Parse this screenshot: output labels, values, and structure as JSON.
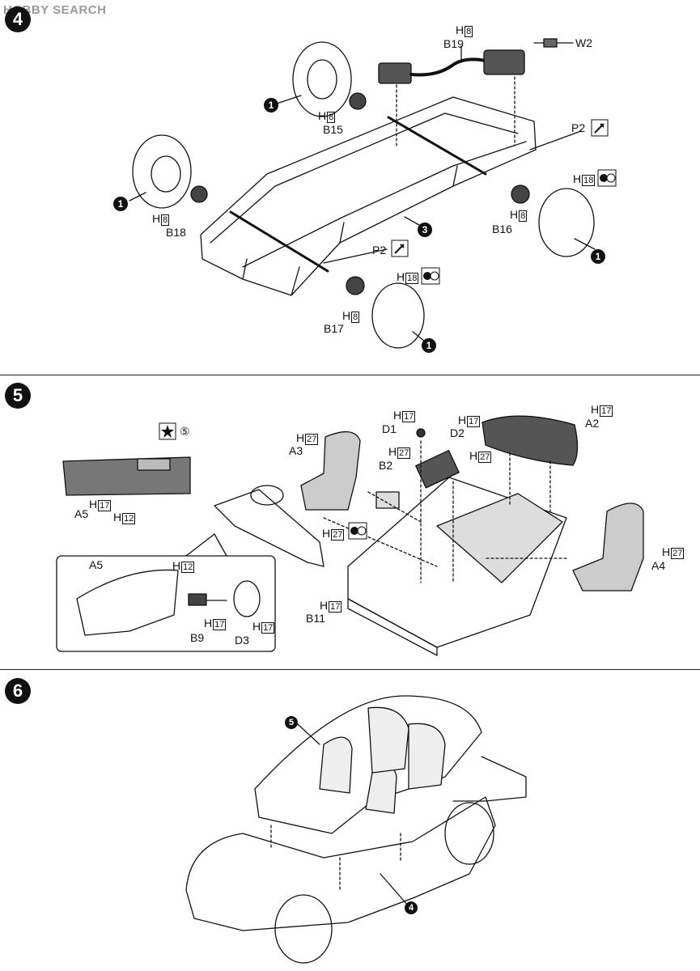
{
  "watermark": "HOBBY SEARCH",
  "steps": {
    "s4": "4",
    "s5": "5",
    "s6": "6"
  },
  "markers": {
    "wheel": "1",
    "body": "3",
    "interior": "5",
    "chassis": "4"
  },
  "paint_prefix": "H",
  "step4": {
    "b19": "B19",
    "b19_h": "8",
    "w2": "W2",
    "b15": "B15",
    "b15_h": "8",
    "p2_top": "P2",
    "h18_top": "18",
    "b16": "B16",
    "b16_h": "8",
    "b18": "B18",
    "b18_h": "8",
    "p2_bottom": "P2",
    "h18_bottom": "18",
    "b17": "B17",
    "b17_h": "8"
  },
  "step5": {
    "star_ref": "⑤",
    "a5": "A5",
    "a5_h1": "17",
    "a5_h2": "12",
    "h27_a3": "27",
    "a3": "A3",
    "d1_h": "17",
    "d1": "D1",
    "h27_b2": "27",
    "b2": "B2",
    "d2_h": "17",
    "d2": "D2",
    "h27_seat": "27",
    "a2_h": "17",
    "a2": "A2",
    "h27_mix": "27",
    "b11_h": "17",
    "b11": "B11",
    "a4_h": "27",
    "a4": "A4",
    "inset": {
      "a5": "A5",
      "h12": "12",
      "h17": "17",
      "b9": "B9",
      "d3_h": "17",
      "d3": "D3"
    }
  }
}
